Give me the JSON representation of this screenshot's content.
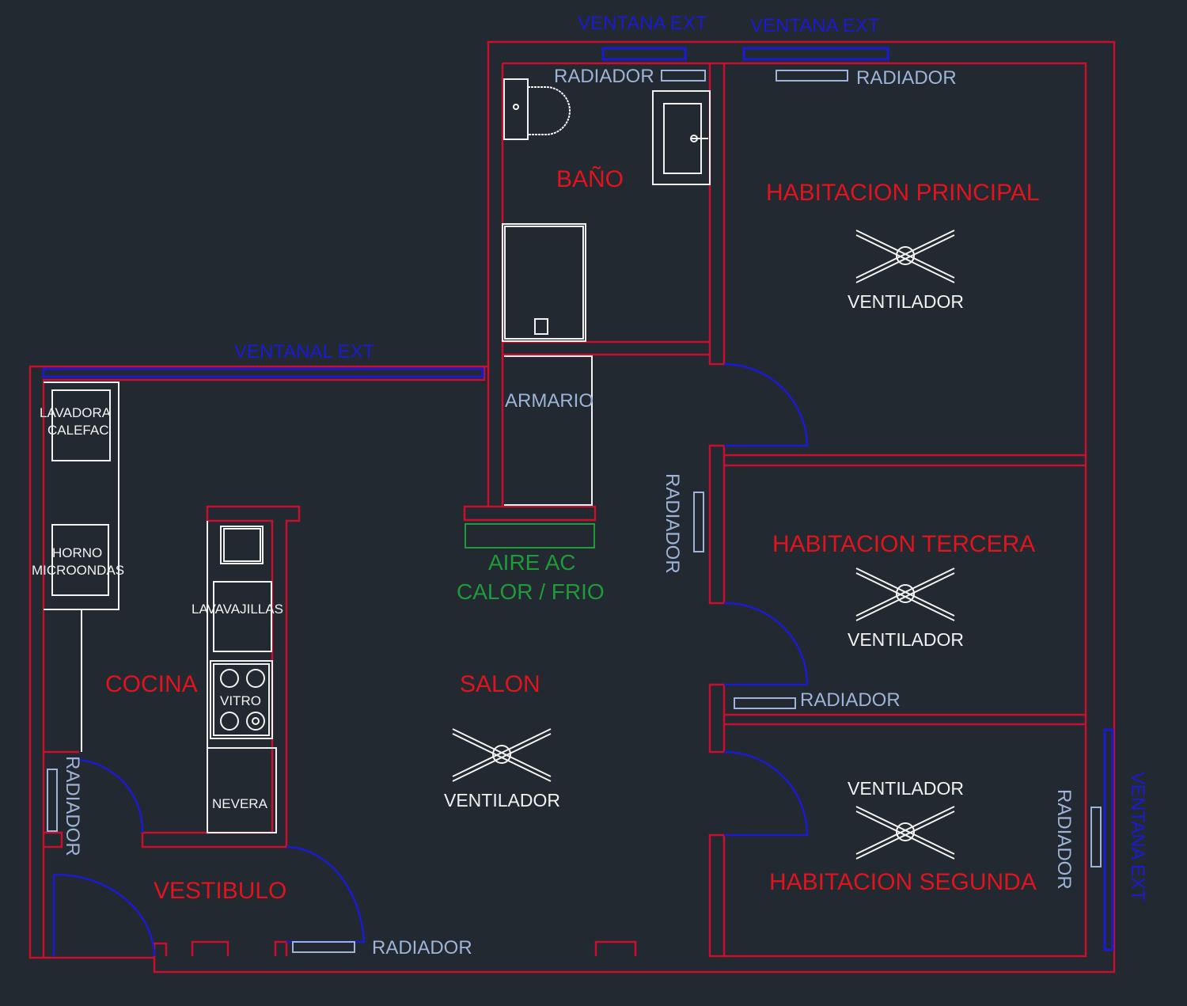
{
  "rooms": {
    "bano": "BAÑO",
    "principal": "HABITACION PRINCIPAL",
    "tercera": "HABITACION TERCERA",
    "segunda": "HABITACION SEGUNDA",
    "cocina": "COCINA",
    "salon": "SALON",
    "vestibulo": "VESTIBULO",
    "armario": "ARMARIO"
  },
  "windows": {
    "top1": "VENTANA EXT",
    "top2": "VENTANA EXT",
    "kitchen": "VENTANAL EXT",
    "right": "VENTANA EXT"
  },
  "radiator_label": "RADIADOR",
  "fan_label": "VENTILADOR",
  "appliances": {
    "lavadora_1": "LAVADORA",
    "lavadora_2": "CALEFAC",
    "horno_1": "HORNO",
    "horno_2": "MICROONDAS",
    "lavavajillas": "LAVAVAJILLAS",
    "vitro": "VITRO",
    "nevera": "NEVERA"
  },
  "ac": {
    "line1": "AIRE AC",
    "line2": "CALOR / FRIO"
  },
  "colors": {
    "background": "#222930",
    "walls": "#c8102e",
    "windows": "#1a1ad0",
    "radiators": "#9db4d8",
    "furniture": "#f2f2f2",
    "ac": "#1f9a3a"
  }
}
